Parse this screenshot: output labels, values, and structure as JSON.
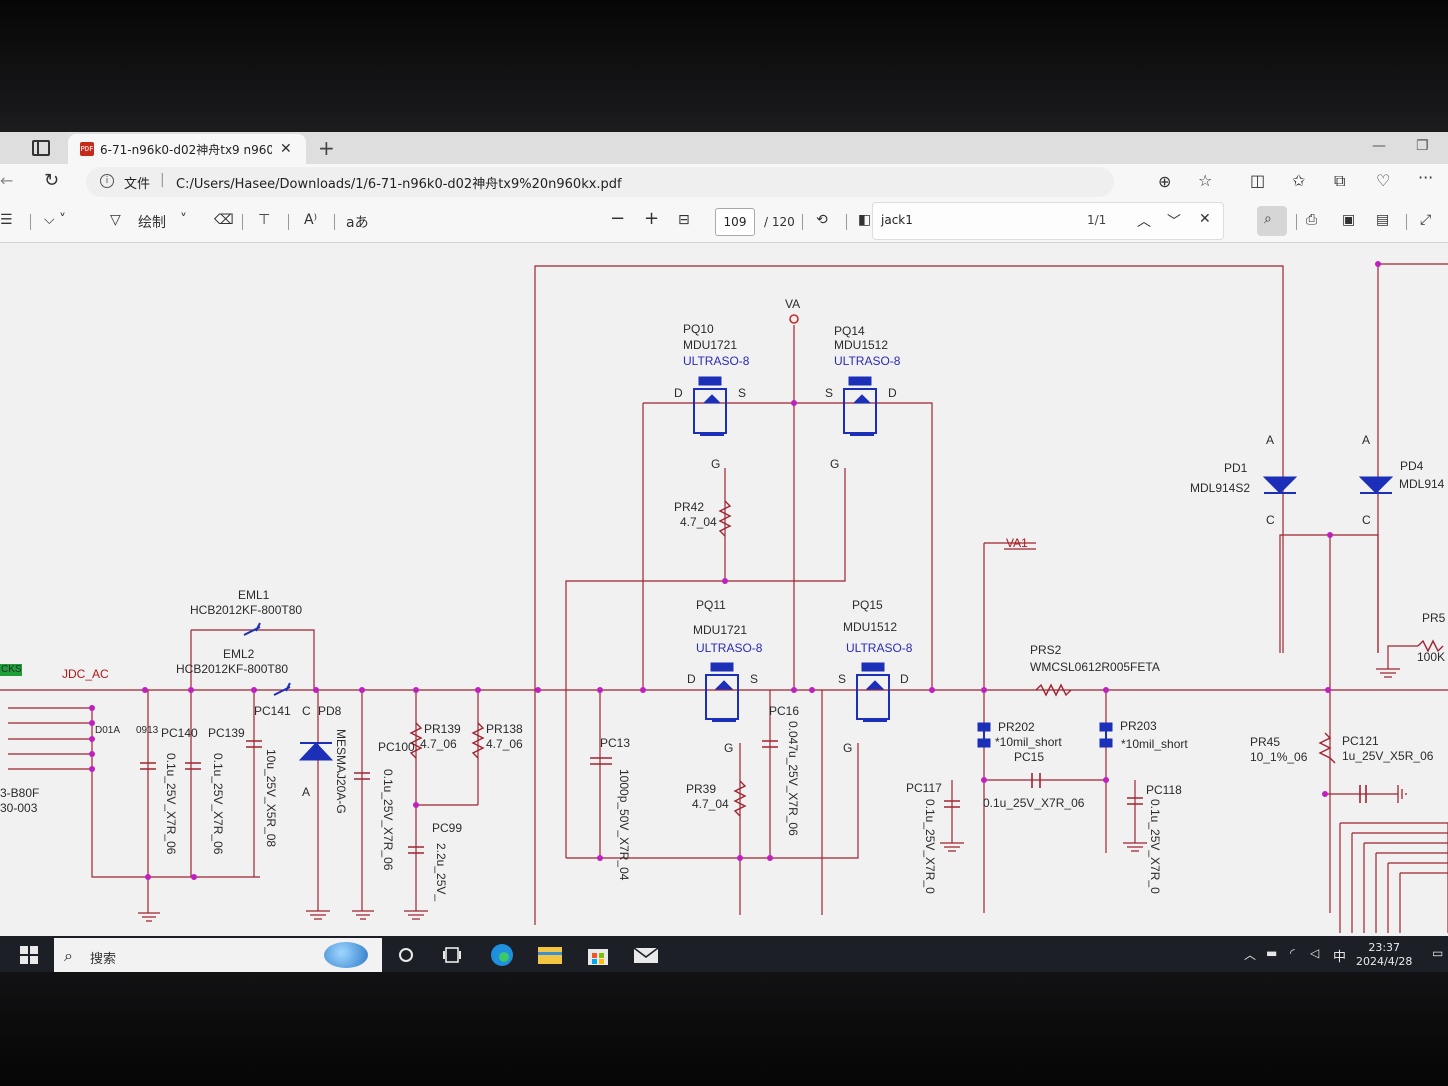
{
  "tab": {
    "title": "6-71-n96k0-d02神舟tx9 n960kx.p"
  },
  "address": {
    "file_label": "文件",
    "url": "C:/Users/Hasee/Downloads/1/6-71-n96k0-d02神舟tx9%20n960kx.pdf"
  },
  "pdf_toolbar": {
    "draw_label": "绘制",
    "aa_label": "aあ",
    "page_current": "109",
    "page_total": "/ 120"
  },
  "find": {
    "query": "jack1",
    "count": "1/1"
  },
  "schematic": {
    "net_va": "VA",
    "net_va1": "VA1",
    "net_jdc": "JDC_AC",
    "pq10": [
      "PQ10",
      "MDU1721",
      "ULTRASO-8"
    ],
    "pq14": [
      "PQ14",
      "MDU1512",
      "ULTRASO-8"
    ],
    "pq11": [
      "PQ11",
      "MDU1721",
      "ULTRASO-8"
    ],
    "pq15": [
      "PQ15",
      "MDU1512",
      "ULTRASO-8"
    ],
    "pin_d": "D",
    "pin_s": "S",
    "pin_g": "G",
    "pin_a": "A",
    "pin_c": "C",
    "pr42": [
      "PR42",
      "4.7_04"
    ],
    "pr39": [
      "PR39",
      "4.7_04"
    ],
    "pr139": [
      "PR139",
      "4.7_06"
    ],
    "pr138": [
      "PR138",
      "4.7_06"
    ],
    "eml1": [
      "EML1",
      "HCB2012KF-800T80"
    ],
    "eml2": [
      "EML2",
      "HCB2012KF-800T80"
    ],
    "pc141": "PC141",
    "pd8": [
      "PD8",
      "MESMAJ20A-G"
    ],
    "pc140": "PC140",
    "pc139": "PC139",
    "pc140_val": "0.1u_25V_X7R_06",
    "pc139_val": "0.1u_25V_X7R_06",
    "pc141_val": "10u_25V_X5R_08",
    "pc100": [
      "PC100",
      "0.1u_25V_X7R_06"
    ],
    "pc99": [
      "PC99",
      "2.2u_25V_"
    ],
    "pc13": [
      "PC13",
      "1000p_50V_X7R_04"
    ],
    "pc16": [
      "PC16",
      "0.047u_25V_X7R_06"
    ],
    "pd1": [
      "PD1",
      "MDL914S2"
    ],
    "pd4": [
      "PD4",
      "MDL914"
    ],
    "prs2": [
      "PRS2",
      "WMCSL0612R005FETA"
    ],
    "pr202": [
      "PR202",
      "*10mil_short"
    ],
    "pr203": [
      "PR203",
      "*10mil_short"
    ],
    "pc15": [
      "PC15",
      "0.1u_25V_X7R_06"
    ],
    "pc117": [
      "PC117",
      "0.1u_25V_X7R_0"
    ],
    "pc118": [
      "PC118",
      "0.1u_25V_X7R_0"
    ],
    "pr45": [
      "PR45",
      "10_1%_06"
    ],
    "pc121": [
      "PC121",
      "1u_25V_X5R_06"
    ],
    "pr5x": [
      "PR5",
      "100K"
    ],
    "conn_a": "D01A",
    "conn_b": "0913",
    "conn_c": "CKS",
    "left1": "3-B80F",
    "left2": "30-003"
  },
  "taskbar": {
    "search_label": "搜索",
    "ime": "中",
    "time": "23:37",
    "date": "2024/4/28"
  },
  "colors": {
    "wire": "#a02430",
    "junction": "#c020c0",
    "part": "#1b2fb8",
    "ground": "#a02430"
  }
}
